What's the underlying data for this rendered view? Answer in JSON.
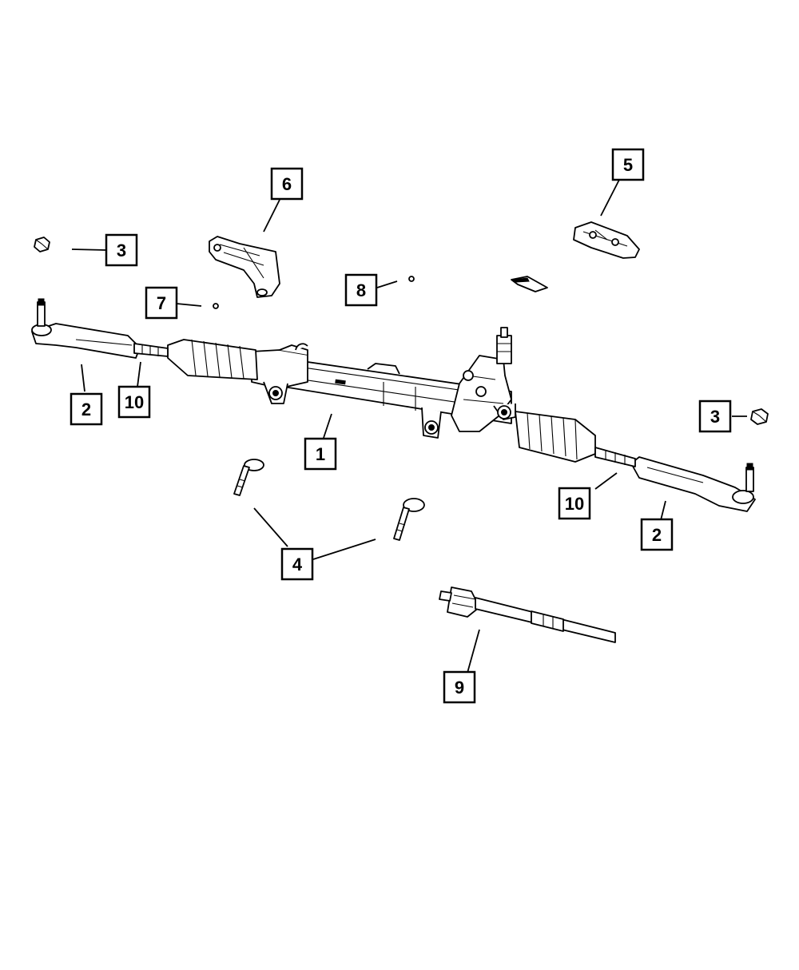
{
  "callouts": [
    {
      "id": "c1",
      "label": "1"
    },
    {
      "id": "c2a",
      "label": "2"
    },
    {
      "id": "c2b",
      "label": "2"
    },
    {
      "id": "c3a",
      "label": "3"
    },
    {
      "id": "c3b",
      "label": "3"
    },
    {
      "id": "c4",
      "label": "4"
    },
    {
      "id": "c5",
      "label": "5"
    },
    {
      "id": "c6",
      "label": "6"
    },
    {
      "id": "c7",
      "label": "7"
    },
    {
      "id": "c8",
      "label": "8"
    },
    {
      "id": "c9",
      "label": "9"
    },
    {
      "id": "c10a",
      "label": "10"
    },
    {
      "id": "c10b",
      "label": "10"
    }
  ]
}
